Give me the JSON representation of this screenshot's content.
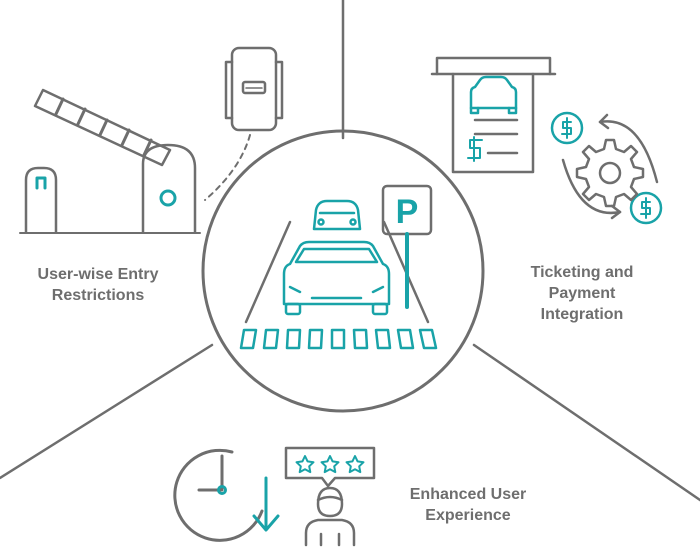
{
  "features": {
    "entry": {
      "lines": [
        "User-wise Entry",
        "Restrictions"
      ]
    },
    "ticketing": {
      "lines": [
        "Ticketing and",
        "Payment",
        "Integration"
      ]
    },
    "experience": {
      "lines": [
        "Enhanced User",
        "Experience"
      ]
    }
  },
  "center": {
    "sign_letter": "P"
  },
  "icons": {
    "center": "parking-lot-cars-icon",
    "entry": [
      "boom-barrier-icon",
      "card-reader-icon"
    ],
    "ticketing": [
      "parking-ticket-icon",
      "payment-cycle-icon"
    ],
    "experience": [
      "clock-icon",
      "review-stars-icon",
      "user-icon"
    ]
  },
  "colors": {
    "line": "#6e6e6e",
    "accent": "#19a3a8",
    "background": "#ffffff"
  }
}
